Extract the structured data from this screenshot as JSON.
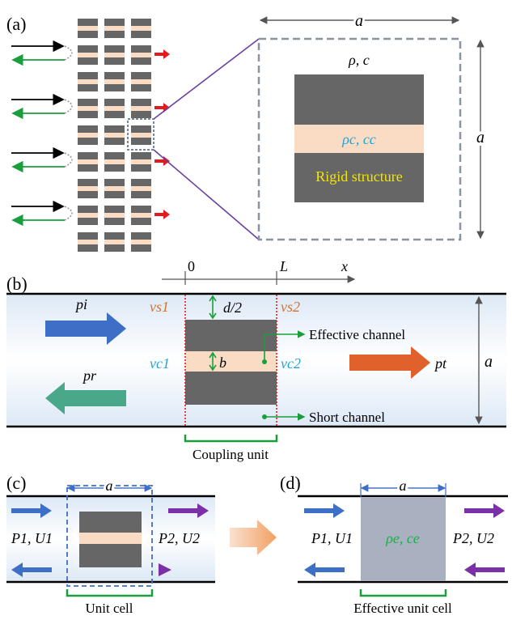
{
  "panels": {
    "a": {
      "tag": "(a)",
      "dim_top": "a",
      "dim_right": "a",
      "fluid_label": "ρ, c",
      "channel_label": "ρc, cc",
      "structure_label": "Rigid structure"
    },
    "b": {
      "tag": "(b)",
      "axis_zero": "0",
      "axis_L": "L",
      "axis_x": "x",
      "d_half": "d/2",
      "b_label": "b",
      "vs1": "vs1",
      "vs2": "vs2",
      "vc1": "vc1",
      "vc2": "vc2",
      "pi": "pi",
      "pr": "pr",
      "pt": "pt",
      "dim_a": "a",
      "effective_channel": "Effective channel",
      "short_channel": "Short channel",
      "coupling_unit": "Coupling unit"
    },
    "c": {
      "tag": "(c)",
      "dim_a": "a",
      "left_vars": "P1, U1",
      "right_vars": "P2, U2",
      "caption": "Unit cell"
    },
    "d": {
      "tag": "(d)",
      "dim_a": "a",
      "left_vars": "P1, U1",
      "right_vars": "P2, U2",
      "medium": "ρe, ce",
      "caption": "Effective unit cell"
    }
  },
  "colors": {
    "block": "#666666",
    "channel": "#fadcc4",
    "red_arrow": "#e41a1c",
    "green_arrow": "#1a9e3c",
    "purple_line": "#6a3fa0",
    "blue_arrow": "#3e6fc6",
    "orange_arrow": "#e0612c",
    "teal_arrow": "#4aa88a",
    "purple_arrow": "#7b2fa8",
    "cyan_text": "#22a3d8",
    "orange_text": "#d9702a",
    "green_text": "#1ab04a",
    "yellow_text": "#f2e600"
  }
}
